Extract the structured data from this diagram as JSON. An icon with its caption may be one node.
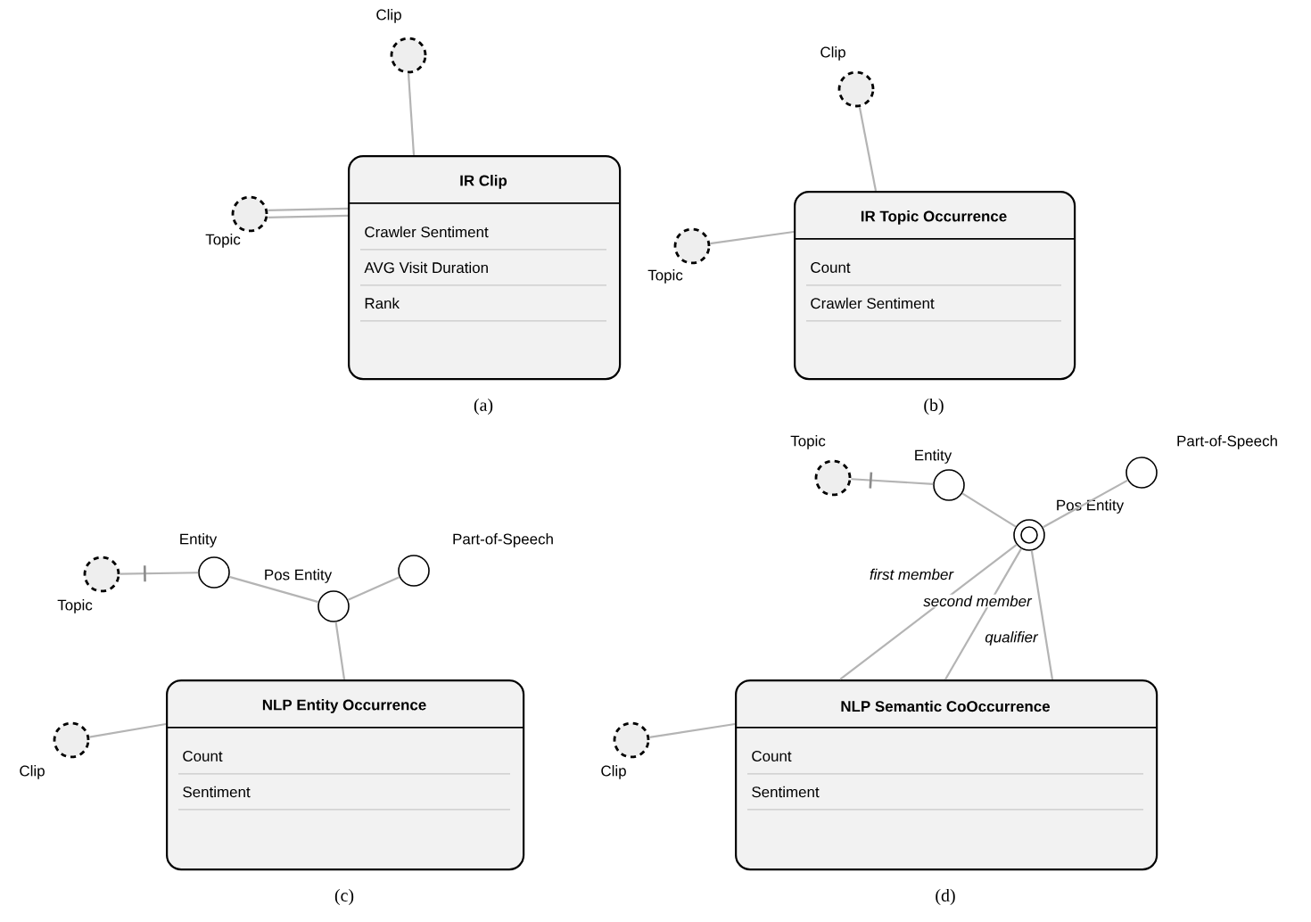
{
  "diagram": {
    "nodes": [
      {
        "text": [
          "Clip"
        ]
      },
      {
        "text": [
          "Topic"
        ]
      },
      {
        "text": [
          "IR Clip",
          "Crawler Sentiment",
          "AVG Visit Duration",
          "Rank"
        ],
        "beside": [
          "(a)"
        ]
      },
      {
        "text": [
          "Clip"
        ]
      },
      {
        "text": [
          "Topic"
        ]
      },
      {
        "text": [
          "IR Topic Occurrence",
          "Count",
          "Crawler Sentiment"
        ],
        "beside": [
          "(b)"
        ]
      },
      {
        "text": [
          "Topic"
        ]
      },
      {
        "text": [
          "Entity"
        ]
      },
      {
        "text": [
          "Pos Entity"
        ]
      },
      {
        "text": [
          "Part-of-Speech"
        ]
      },
      {
        "text": [
          "Clip"
        ]
      },
      {
        "text": [
          "NLP Entity Occurrence",
          "Count",
          "Sentiment"
        ],
        "beside": [
          "(c)"
        ]
      },
      {
        "text": [
          "Topic"
        ]
      },
      {
        "text": [
          "Entity"
        ]
      },
      {
        "text": [
          "Pos Entity"
        ]
      },
      {
        "text": [
          "Part-of-Speech"
        ]
      },
      {
        "text": [
          "Clip"
        ]
      },
      {
        "text": [
          "NLP Semantic CoOccurrence",
          "Count",
          "Sentiment"
        ],
        "beside": [
          "(d)"
        ]
      }
    ],
    "edges": [
      {
        "from": 0,
        "to": 2,
        "arrow": "none"
      },
      {
        "from": 1,
        "to": 2,
        "arrow": "none"
      },
      {
        "from": 1,
        "to": 2,
        "arrow": "none"
      },
      {
        "from": 3,
        "to": 5,
        "arrow": "none"
      },
      {
        "from": 4,
        "to": 5,
        "arrow": "none"
      },
      {
        "from": 7,
        "to": 6,
        "arrow": "none"
      },
      {
        "from": 7,
        "to": 8,
        "arrow": "none"
      },
      {
        "from": 9,
        "to": 8,
        "arrow": "none"
      },
      {
        "from": 8,
        "to": 11,
        "arrow": "none"
      },
      {
        "from": 10,
        "to": 11,
        "arrow": "none"
      },
      {
        "from": 13,
        "to": 12,
        "arrow": "none"
      },
      {
        "from": 13,
        "to": 14,
        "arrow": "none"
      },
      {
        "from": 15,
        "to": 14,
        "arrow": "none"
      },
      {
        "from": 14,
        "to": 17,
        "arrow": "none",
        "label": "first member"
      },
      {
        "from": 14,
        "to": 17,
        "arrow": "none",
        "label": "second member"
      },
      {
        "from": 14,
        "to": 17,
        "arrow": "none",
        "label": "qualifier"
      },
      {
        "from": 16,
        "to": 17,
        "arrow": "none"
      }
    ]
  }
}
